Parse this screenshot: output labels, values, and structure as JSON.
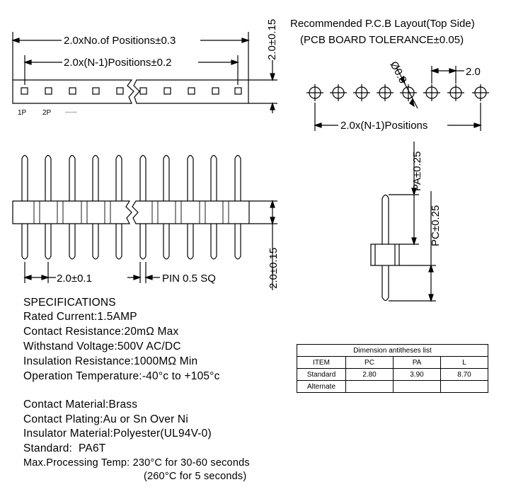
{
  "top_view": {
    "dim_total": "2.0xNo.of Positions±0.3",
    "dim_pitch_span": "2.0x(N-1)Positions±0.2",
    "dim_height": "2.0±0.15",
    "label_1p": "1P",
    "label_2p": "2P",
    "label_dots": "......"
  },
  "pcb_layout": {
    "title": "Recommended P.C.B Layout(Top Side)",
    "tolerance": "(PCB BOARD TOLERANCE±0.05)",
    "hole_dia": "Ø0.8",
    "pitch": "2.0",
    "span": "2.0x(N-1)Positions"
  },
  "front_view": {
    "pitch": "2.0±0.1",
    "pin_size": "PIN 0.5 SQ",
    "height": "2.0±0.15"
  },
  "side_view": {
    "pa": "PA±0.25",
    "pc": "PC±0.25"
  },
  "specs": {
    "heading": "SPECIFICATIONS",
    "rated_current": "Rated Current:1.5AMP",
    "contact_resistance": "Contact Resistance:20mΩ Max",
    "withstand_voltage": "Withstand Voltage:500V AC/DC",
    "insulation_resistance": "Insulation Resistance:1000MΩ Min",
    "operation_temp": "Operation Temperature:-40°c to +105°c",
    "contact_material": "Contact Material:Brass",
    "contact_plating": "Contact Plating:Au or Sn Over Ni",
    "insulator_material": "Insulator Material:Polyester(UL94V-0)",
    "standard": "Standard:  PA6T",
    "max_processing_temp": "Max.Processing Temp: 230°C for 30-60 seconds",
    "max_processing_temp_2": "(260°C for 5 seconds)"
  },
  "dimension_table": {
    "title": "Dimension antitheses list",
    "headers": [
      "ITEM",
      "PC",
      "PA",
      "L"
    ],
    "rows": [
      [
        "Standard",
        "2.80",
        "3.90",
        "8.70"
      ],
      [
        "Alternate",
        "",
        "",
        ""
      ]
    ]
  }
}
